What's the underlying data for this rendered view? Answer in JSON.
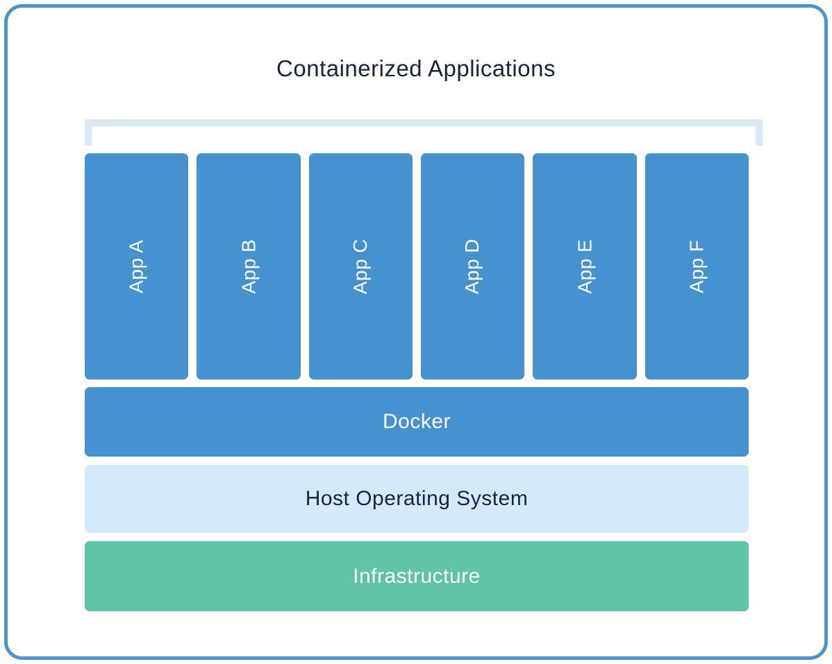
{
  "diagram": {
    "title": "Containerized Applications",
    "apps": [
      "App A",
      "App B",
      "App C",
      "App D",
      "App E",
      "App F"
    ],
    "layers": {
      "docker": "Docker",
      "host_os": "Host Operating System",
      "infrastructure": "Infrastructure"
    },
    "colors": {
      "frame_border": "#4b94cd",
      "app_blue": "#4592cf",
      "host_os_light_blue": "#d4e9fa",
      "infrastructure_green": "#5ec3a7",
      "title_navy": "#16243c",
      "bracket_light_blue": "#d8eafa",
      "text_white": "#ffffff"
    }
  }
}
